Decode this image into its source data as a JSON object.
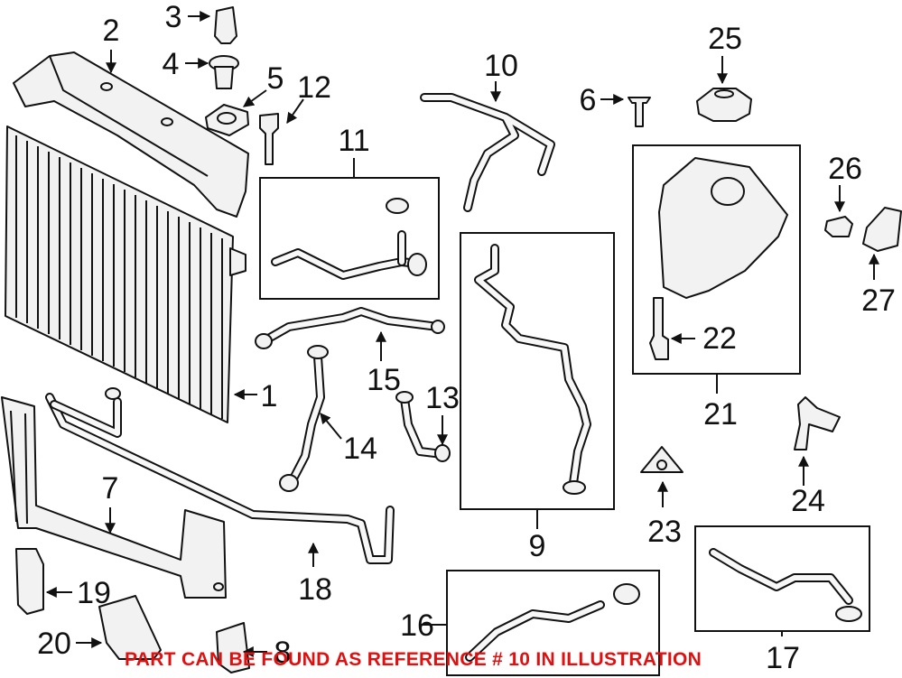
{
  "callouts": {
    "c1": "1",
    "c2": "2",
    "c3": "3",
    "c4": "4",
    "c5": "5",
    "c6": "6",
    "c7": "7",
    "c8": "8",
    "c9": "9",
    "c10": "10",
    "c11": "11",
    "c12": "12",
    "c13": "13",
    "c14": "14",
    "c15": "15",
    "c16": "16",
    "c17": "17",
    "c18": "18",
    "c19": "19",
    "c20": "20",
    "c21": "21",
    "c22": "22",
    "c23": "23",
    "c24": "24",
    "c25": "25",
    "c26": "26",
    "c27": "27"
  },
  "notice": "PART CAN BE FOUND AS REFERENCE # 10 IN ILLUSTRATION",
  "colors": {
    "notice": "#e01010",
    "line": "#111111",
    "fill": "#f2f2f2"
  }
}
